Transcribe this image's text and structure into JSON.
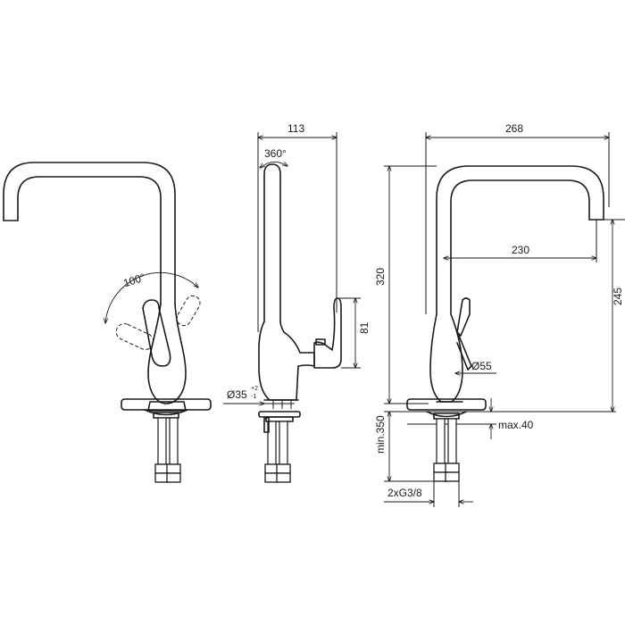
{
  "dimensions": {
    "side_depth": "113",
    "rotation_angle": "360°",
    "lever_angle": "100°",
    "overall_width": "268",
    "overall_height": "320",
    "spout_reach": "230",
    "spout_height": "245",
    "lever_height": "81",
    "body_diameter_side": "Ø35",
    "body_diameter_tol_upper": "+2",
    "body_diameter_tol_lower": "-1",
    "body_diameter_front": "Ø55",
    "deck_thickness": "max.40",
    "hose_length": "min.350",
    "connections": "2xG3/8"
  },
  "colors": {
    "line": "#1a1a1a",
    "background": "#ffffff"
  }
}
